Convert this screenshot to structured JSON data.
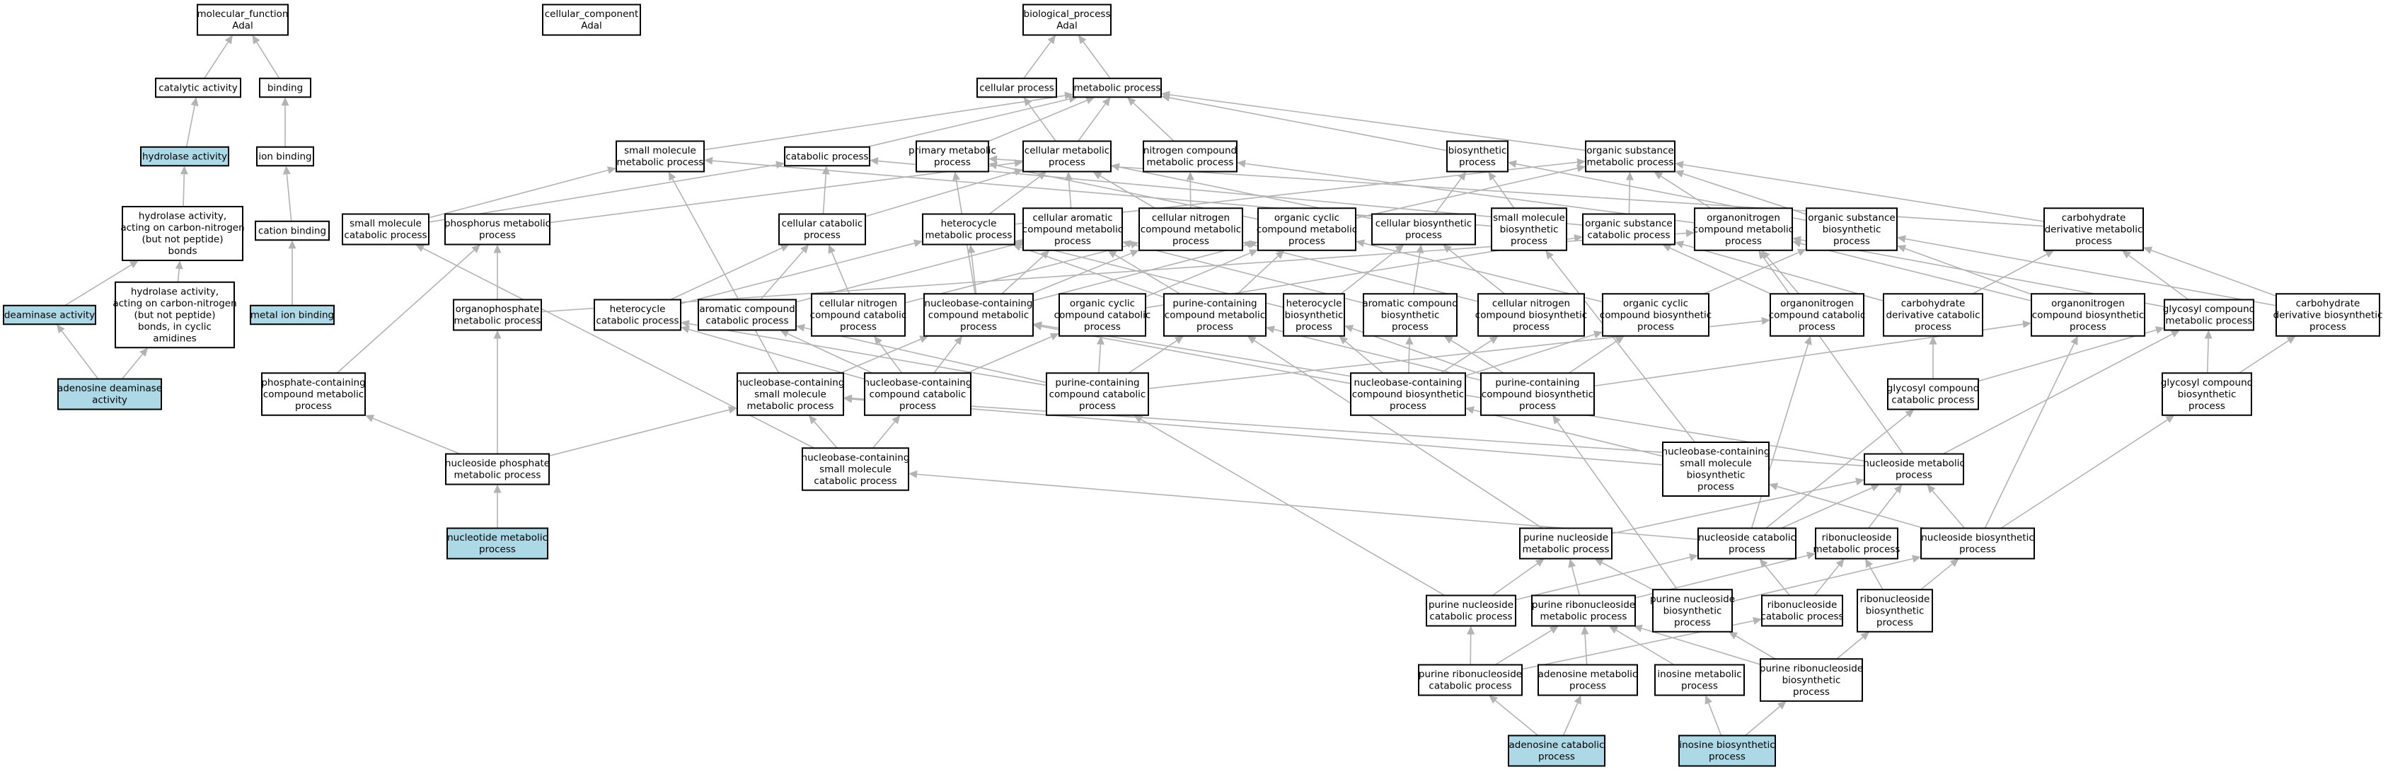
{
  "colors": {
    "highlight": "#add8e6",
    "node_fill": "#ffffff",
    "edge": "#b3b3b3",
    "border": "#000000"
  },
  "nodes": [
    {
      "id": "mf",
      "lines": [
        "molecular_function",
        "Adal"
      ],
      "highlight": false
    },
    {
      "id": "cc",
      "lines": [
        "cellular_component",
        "Adal"
      ],
      "highlight": false
    },
    {
      "id": "bp",
      "lines": [
        "biological_process",
        "Adal"
      ],
      "highlight": false
    },
    {
      "id": "catalytic",
      "lines": [
        "catalytic activity"
      ],
      "highlight": false
    },
    {
      "id": "binding",
      "lines": [
        "binding"
      ],
      "highlight": false
    },
    {
      "id": "cellproc",
      "lines": [
        "cellular process"
      ],
      "highlight": false
    },
    {
      "id": "metab",
      "lines": [
        "metabolic process"
      ],
      "highlight": false
    },
    {
      "id": "hydrolase",
      "lines": [
        "hydrolase activity"
      ],
      "highlight": true
    },
    {
      "id": "ionbind",
      "lines": [
        "ion binding"
      ],
      "highlight": false
    },
    {
      "id": "smallmol",
      "lines": [
        "small molecule",
        "metabolic process"
      ],
      "highlight": false
    },
    {
      "id": "catabolic",
      "lines": [
        "catabolic process"
      ],
      "highlight": false
    },
    {
      "id": "primary",
      "lines": [
        "primary metabolic",
        "process"
      ],
      "highlight": false
    },
    {
      "id": "cellmetab",
      "lines": [
        "cellular metabolic",
        "process"
      ],
      "highlight": false
    },
    {
      "id": "nitrogen",
      "lines": [
        "nitrogen compound",
        "metabolic process"
      ],
      "highlight": false
    },
    {
      "id": "biosyn",
      "lines": [
        "biosynthetic",
        "process"
      ],
      "highlight": false
    },
    {
      "id": "orgsub",
      "lines": [
        "organic substance",
        "metabolic process"
      ],
      "highlight": false
    },
    {
      "id": "hydroCN",
      "lines": [
        "hydrolase activity,",
        "acting on carbon-nitrogen",
        "(but not peptide)",
        "bonds"
      ],
      "highlight": false
    },
    {
      "id": "cation",
      "lines": [
        "cation binding"
      ],
      "highlight": false
    },
    {
      "id": "smcat",
      "lines": [
        "small molecule",
        "catabolic process"
      ],
      "highlight": false
    },
    {
      "id": "phosmetab",
      "lines": [
        "phosphorus metabolic",
        "process"
      ],
      "highlight": false
    },
    {
      "id": "cellcat",
      "lines": [
        "cellular catabolic",
        "process"
      ],
      "highlight": false
    },
    {
      "id": "hetmetab",
      "lines": [
        "heterocycle",
        "metabolic process"
      ],
      "highlight": false
    },
    {
      "id": "cellarom",
      "lines": [
        "cellular aromatic",
        "compound metabolic",
        "process"
      ],
      "highlight": false
    },
    {
      "id": "cellnitro",
      "lines": [
        "cellular nitrogen",
        "compound metabolic",
        "process"
      ],
      "highlight": false
    },
    {
      "id": "orgcyc",
      "lines": [
        "organic cyclic",
        "compound metabolic",
        "process"
      ],
      "highlight": false
    },
    {
      "id": "cellbio",
      "lines": [
        "cellular biosynthetic",
        "process"
      ],
      "highlight": false
    },
    {
      "id": "smbio",
      "lines": [
        "small molecule",
        "biosynthetic",
        "process"
      ],
      "highlight": false
    },
    {
      "id": "orgsubcat",
      "lines": [
        "organic substance",
        "catabolic process"
      ],
      "highlight": false
    },
    {
      "id": "orgnitro",
      "lines": [
        "organonitrogen",
        "compound metabolic",
        "process"
      ],
      "highlight": false
    },
    {
      "id": "orgsubbio",
      "lines": [
        "organic substance",
        "biosynthetic",
        "process"
      ],
      "highlight": false
    },
    {
      "id": "carbderiv",
      "lines": [
        "carbohydrate",
        "derivative metabolic",
        "process"
      ],
      "highlight": false
    },
    {
      "id": "deaminase",
      "lines": [
        "deaminase activity"
      ],
      "highlight": true
    },
    {
      "id": "hydroCNcyc",
      "lines": [
        "hydrolase activity,",
        "acting on carbon-nitrogen",
        "(but not peptide)",
        "bonds, in cyclic",
        "amidines"
      ],
      "highlight": false
    },
    {
      "id": "metalion",
      "lines": [
        "metal ion binding"
      ],
      "highlight": true
    },
    {
      "id": "orgphos",
      "lines": [
        "organophosphate",
        "metabolic process"
      ],
      "highlight": false
    },
    {
      "id": "hetcat",
      "lines": [
        "heterocycle",
        "catabolic process"
      ],
      "highlight": false
    },
    {
      "id": "aromcat",
      "lines": [
        "aromatic compound",
        "catabolic process"
      ],
      "highlight": false
    },
    {
      "id": "cellnitrocat",
      "lines": [
        "cellular nitrogen",
        "compound catabolic",
        "process"
      ],
      "highlight": false
    },
    {
      "id": "nbcmetab",
      "lines": [
        "nucleobase-containing",
        "compound metabolic",
        "process"
      ],
      "highlight": false
    },
    {
      "id": "orgcyccat",
      "lines": [
        "organic cyclic",
        "compound catabolic",
        "process"
      ],
      "highlight": false
    },
    {
      "id": "purmetab",
      "lines": [
        "purine-containing",
        "compound metabolic",
        "process"
      ],
      "highlight": false
    },
    {
      "id": "hetbio",
      "lines": [
        "heterocycle",
        "biosynthetic",
        "process"
      ],
      "highlight": false
    },
    {
      "id": "arombio",
      "lines": [
        "aromatic compound",
        "biosynthetic",
        "process"
      ],
      "highlight": false
    },
    {
      "id": "cellnitrobio",
      "lines": [
        "cellular nitrogen",
        "compound biosynthetic",
        "process"
      ],
      "highlight": false
    },
    {
      "id": "orgcycbio",
      "lines": [
        "organic cyclic",
        "compound biosynthetic",
        "process"
      ],
      "highlight": false
    },
    {
      "id": "orgnitrocat",
      "lines": [
        "organonitrogen",
        "compound catabolic",
        "process"
      ],
      "highlight": false
    },
    {
      "id": "carbdercat",
      "lines": [
        "carbohydrate",
        "derivative catabolic",
        "process"
      ],
      "highlight": false
    },
    {
      "id": "orgnitrobio",
      "lines": [
        "organonitrogen",
        "compound biosynthetic",
        "process"
      ],
      "highlight": false
    },
    {
      "id": "glycmetab",
      "lines": [
        "glycosyl compound",
        "metabolic process"
      ],
      "highlight": false
    },
    {
      "id": "carbderbio",
      "lines": [
        "carbohydrate",
        "derivative biosynthetic",
        "process"
      ],
      "highlight": false
    },
    {
      "id": "adenosdeam",
      "lines": [
        "adenosine deaminase",
        "activity"
      ],
      "highlight": true
    },
    {
      "id": "phoscont",
      "lines": [
        "phosphate-containing",
        "compound metabolic",
        "process"
      ],
      "highlight": false
    },
    {
      "id": "nbsmall",
      "lines": [
        "nucleobase-containing",
        "small molecule",
        "metabolic process"
      ],
      "highlight": false
    },
    {
      "id": "nbcat",
      "lines": [
        "nucleobase-containing",
        "compound catabolic",
        "process"
      ],
      "highlight": false
    },
    {
      "id": "purcat",
      "lines": [
        "purine-containing",
        "compound catabolic",
        "process"
      ],
      "highlight": false
    },
    {
      "id": "nbbio",
      "lines": [
        "nucleobase-containing",
        "compound biosynthetic",
        "process"
      ],
      "highlight": false
    },
    {
      "id": "purbio",
      "lines": [
        "purine-containing",
        "compound biosynthetic",
        "process"
      ],
      "highlight": false
    },
    {
      "id": "glyccat",
      "lines": [
        "glycosyl compound",
        "catabolic process"
      ],
      "highlight": false
    },
    {
      "id": "glycbio",
      "lines": [
        "glycosyl compound",
        "biosynthetic",
        "process"
      ],
      "highlight": false
    },
    {
      "id": "nsphos",
      "lines": [
        "nucleoside phosphate",
        "metabolic process"
      ],
      "highlight": false
    },
    {
      "id": "nbsmcat",
      "lines": [
        "nucleobase-containing",
        "small molecule",
        "catabolic process"
      ],
      "highlight": false
    },
    {
      "id": "nbsmbio",
      "lines": [
        "nucleobase-containing",
        "small molecule",
        "biosynthetic",
        "process"
      ],
      "highlight": false
    },
    {
      "id": "nucmetab",
      "lines": [
        "nucleoside metabolic",
        "process"
      ],
      "highlight": false
    },
    {
      "id": "nucleotide",
      "lines": [
        "nucleotide metabolic",
        "process"
      ],
      "highlight": true
    },
    {
      "id": "purnuc",
      "lines": [
        "purine nucleoside",
        "metabolic process"
      ],
      "highlight": false
    },
    {
      "id": "nuccat",
      "lines": [
        "nucleoside catabolic",
        "process"
      ],
      "highlight": false
    },
    {
      "id": "ribnuc",
      "lines": [
        "ribonucleoside",
        "metabolic process"
      ],
      "highlight": false
    },
    {
      "id": "nucbio",
      "lines": [
        "nucleoside biosynthetic",
        "process"
      ],
      "highlight": false
    },
    {
      "id": "purnuccat",
      "lines": [
        "purine nucleoside",
        "catabolic process"
      ],
      "highlight": false
    },
    {
      "id": "purribmet",
      "lines": [
        "purine ribonucleoside",
        "metabolic process"
      ],
      "highlight": false
    },
    {
      "id": "purnucbio",
      "lines": [
        "purine nucleoside",
        "biosynthetic",
        "process"
      ],
      "highlight": false
    },
    {
      "id": "ribnuccat",
      "lines": [
        "ribonucleoside",
        "catabolic process"
      ],
      "highlight": false
    },
    {
      "id": "ribnucbio",
      "lines": [
        "ribonucleoside",
        "biosynthetic",
        "process"
      ],
      "highlight": false
    },
    {
      "id": "purribcat",
      "lines": [
        "purine ribonucleoside",
        "catabolic process"
      ],
      "highlight": false
    },
    {
      "id": "adenmetab",
      "lines": [
        "adenosine metabolic",
        "process"
      ],
      "highlight": false
    },
    {
      "id": "inosmetab",
      "lines": [
        "inosine metabolic",
        "process"
      ],
      "highlight": false
    },
    {
      "id": "purribbio",
      "lines": [
        "purine ribonucleoside",
        "biosynthetic",
        "process"
      ],
      "highlight": false
    },
    {
      "id": "adencat",
      "lines": [
        "adenosine catabolic",
        "process"
      ],
      "highlight": true
    },
    {
      "id": "inosbio",
      "lines": [
        "inosine biosynthetic",
        "process"
      ],
      "highlight": true
    }
  ],
  "edges": [
    [
      "catalytic",
      "mf"
    ],
    [
      "binding",
      "mf"
    ],
    [
      "hydrolase",
      "catalytic"
    ],
    [
      "ionbind",
      "binding"
    ],
    [
      "hydroCN",
      "hydrolase"
    ],
    [
      "cation",
      "ionbind"
    ],
    [
      "metalion",
      "cation"
    ],
    [
      "deaminase",
      "hydroCN"
    ],
    [
      "hydroCNcyc",
      "hydroCN"
    ],
    [
      "adenosdeam",
      "deaminase"
    ],
    [
      "adenosdeam",
      "hydroCNcyc"
    ],
    [
      "cellproc",
      "bp"
    ],
    [
      "metab",
      "bp"
    ],
    [
      "smallmol",
      "metab"
    ],
    [
      "catabolic",
      "metab"
    ],
    [
      "primary",
      "metab"
    ],
    [
      "cellmetab",
      "metab"
    ],
    [
      "cellmetab",
      "cellproc"
    ],
    [
      "nitrogen",
      "metab"
    ],
    [
      "biosyn",
      "metab"
    ],
    [
      "orgsub",
      "metab"
    ],
    [
      "smcat",
      "smallmol"
    ],
    [
      "smcat",
      "catabolic"
    ],
    [
      "phosmetab",
      "cellmetab"
    ],
    [
      "cellcat",
      "catabolic"
    ],
    [
      "cellcat",
      "cellmetab"
    ],
    [
      "hetmetab",
      "cellmetab"
    ],
    [
      "hetmetab",
      "orgsub"
    ],
    [
      "cellarom",
      "cellmetab"
    ],
    [
      "cellnitro",
      "cellmetab"
    ],
    [
      "cellnitro",
      "nitrogen"
    ],
    [
      "orgcyc",
      "orgsub"
    ],
    [
      "orgcyc",
      "primary"
    ],
    [
      "cellbio",
      "cellmetab"
    ],
    [
      "cellbio",
      "biosyn"
    ],
    [
      "smbio",
      "smallmol"
    ],
    [
      "smbio",
      "biosyn"
    ],
    [
      "orgsubcat",
      "orgsub"
    ],
    [
      "orgsubcat",
      "catabolic"
    ],
    [
      "orgnitro",
      "orgsub"
    ],
    [
      "orgnitro",
      "nitrogen"
    ],
    [
      "orgsubbio",
      "orgsub"
    ],
    [
      "orgsubbio",
      "biosyn"
    ],
    [
      "carbderiv",
      "orgsub"
    ],
    [
      "carbderiv",
      "primary"
    ],
    [
      "orgphos",
      "phosmetab"
    ],
    [
      "orgphos",
      "orgnitro"
    ],
    [
      "hetcat",
      "hetmetab"
    ],
    [
      "hetcat",
      "cellcat"
    ],
    [
      "aromcat",
      "cellarom"
    ],
    [
      "aromcat",
      "cellcat"
    ],
    [
      "cellnitrocat",
      "cellnitro"
    ],
    [
      "cellnitrocat",
      "cellcat"
    ],
    [
      "nbcmetab",
      "hetmetab"
    ],
    [
      "nbcmetab",
      "cellarom"
    ],
    [
      "nbcmetab",
      "cellnitro"
    ],
    [
      "nbcmetab",
      "orgcyc"
    ],
    [
      "nbcmetab",
      "primary"
    ],
    [
      "orgcyccat",
      "orgcyc"
    ],
    [
      "orgcyccat",
      "orgsubcat"
    ],
    [
      "purmetab",
      "hetmetab"
    ],
    [
      "purmetab",
      "orgcyc"
    ],
    [
      "purmetab",
      "cellarom"
    ],
    [
      "hetbio",
      "hetmetab"
    ],
    [
      "hetbio",
      "cellbio"
    ],
    [
      "arombio",
      "cellarom"
    ],
    [
      "arombio",
      "cellbio"
    ],
    [
      "cellnitrobio",
      "cellnitro"
    ],
    [
      "cellnitrobio",
      "cellbio"
    ],
    [
      "orgcycbio",
      "orgcyc"
    ],
    [
      "orgcycbio",
      "orgsubbio"
    ],
    [
      "orgnitrocat",
      "orgnitro"
    ],
    [
      "orgnitrocat",
      "orgsubcat"
    ],
    [
      "carbdercat",
      "carbderiv"
    ],
    [
      "carbdercat",
      "orgsubcat"
    ],
    [
      "orgnitrobio",
      "orgnitro"
    ],
    [
      "orgnitrobio",
      "orgsubbio"
    ],
    [
      "glycmetab",
      "carbderiv"
    ],
    [
      "glycmetab",
      "orgnitro"
    ],
    [
      "carbderbio",
      "carbderiv"
    ],
    [
      "carbderbio",
      "orgsubbio"
    ],
    [
      "phoscont",
      "phosmetab"
    ],
    [
      "nbsmall",
      "nbcmetab"
    ],
    [
      "nbsmall",
      "smallmol"
    ],
    [
      "nbcat",
      "nbcmetab"
    ],
    [
      "nbcat",
      "cellnitrocat"
    ],
    [
      "nbcat",
      "hetcat"
    ],
    [
      "nbcat",
      "aromcat"
    ],
    [
      "nbcat",
      "orgcyccat"
    ],
    [
      "purcat",
      "purmetab"
    ],
    [
      "purcat",
      "hetcat"
    ],
    [
      "purcat",
      "aromcat"
    ],
    [
      "purcat",
      "orgcyccat"
    ],
    [
      "purcat",
      "orgnitrocat"
    ],
    [
      "nbbio",
      "nbcmetab"
    ],
    [
      "nbbio",
      "cellnitrobio"
    ],
    [
      "nbbio",
      "hetbio"
    ],
    [
      "nbbio",
      "arombio"
    ],
    [
      "nbbio",
      "orgcycbio"
    ],
    [
      "purbio",
      "purmetab"
    ],
    [
      "purbio",
      "hetbio"
    ],
    [
      "purbio",
      "arombio"
    ],
    [
      "purbio",
      "orgcycbio"
    ],
    [
      "purbio",
      "orgnitrobio"
    ],
    [
      "glyccat",
      "glycmetab"
    ],
    [
      "glyccat",
      "carbdercat"
    ],
    [
      "glycbio",
      "glycmetab"
    ],
    [
      "glycbio",
      "carbderbio"
    ],
    [
      "nsphos",
      "phoscont"
    ],
    [
      "nsphos",
      "orgphos"
    ],
    [
      "nsphos",
      "nbsmall"
    ],
    [
      "nbsmcat",
      "nbsmall"
    ],
    [
      "nbsmcat",
      "nbcat"
    ],
    [
      "nbsmcat",
      "smcat"
    ],
    [
      "nbsmbio",
      "nbsmall"
    ],
    [
      "nbsmbio",
      "nbbio"
    ],
    [
      "nbsmbio",
      "smbio"
    ],
    [
      "nucmetab",
      "nbsmall"
    ],
    [
      "nucmetab",
      "glycmetab"
    ],
    [
      "nucmetab",
      "orgnitro"
    ],
    [
      "nucmetab",
      "nbcmetab"
    ],
    [
      "nucleotide",
      "nsphos"
    ],
    [
      "purnuc",
      "nucmetab"
    ],
    [
      "purnuc",
      "purmetab"
    ],
    [
      "nuccat",
      "nucmetab"
    ],
    [
      "nuccat",
      "glyccat"
    ],
    [
      "nuccat",
      "nbsmcat"
    ],
    [
      "nuccat",
      "orgnitrocat"
    ],
    [
      "ribnuc",
      "nucmetab"
    ],
    [
      "nucbio",
      "nucmetab"
    ],
    [
      "nucbio",
      "glycbio"
    ],
    [
      "nucbio",
      "nbsmbio"
    ],
    [
      "nucbio",
      "orgnitrobio"
    ],
    [
      "purnuccat",
      "purnuc"
    ],
    [
      "purnuccat",
      "nuccat"
    ],
    [
      "purnuccat",
      "purcat"
    ],
    [
      "purribmet",
      "purnuc"
    ],
    [
      "purribmet",
      "ribnuc"
    ],
    [
      "purnucbio",
      "purnuc"
    ],
    [
      "purnucbio",
      "nucbio"
    ],
    [
      "purnucbio",
      "purbio"
    ],
    [
      "ribnuccat",
      "ribnuc"
    ],
    [
      "ribnuccat",
      "nuccat"
    ],
    [
      "ribnucbio",
      "ribnuc"
    ],
    [
      "ribnucbio",
      "nucbio"
    ],
    [
      "purribcat",
      "purribmet"
    ],
    [
      "purribcat",
      "purnuccat"
    ],
    [
      "purribcat",
      "ribnuccat"
    ],
    [
      "adenmetab",
      "purribmet"
    ],
    [
      "inosmetab",
      "purribmet"
    ],
    [
      "purribbio",
      "purribmet"
    ],
    [
      "purribbio",
      "purnucbio"
    ],
    [
      "purribbio",
      "ribnucbio"
    ],
    [
      "adencat",
      "adenmetab"
    ],
    [
      "adencat",
      "purribcat"
    ],
    [
      "inosbio",
      "inosmetab"
    ],
    [
      "inosbio",
      "purribbio"
    ]
  ]
}
